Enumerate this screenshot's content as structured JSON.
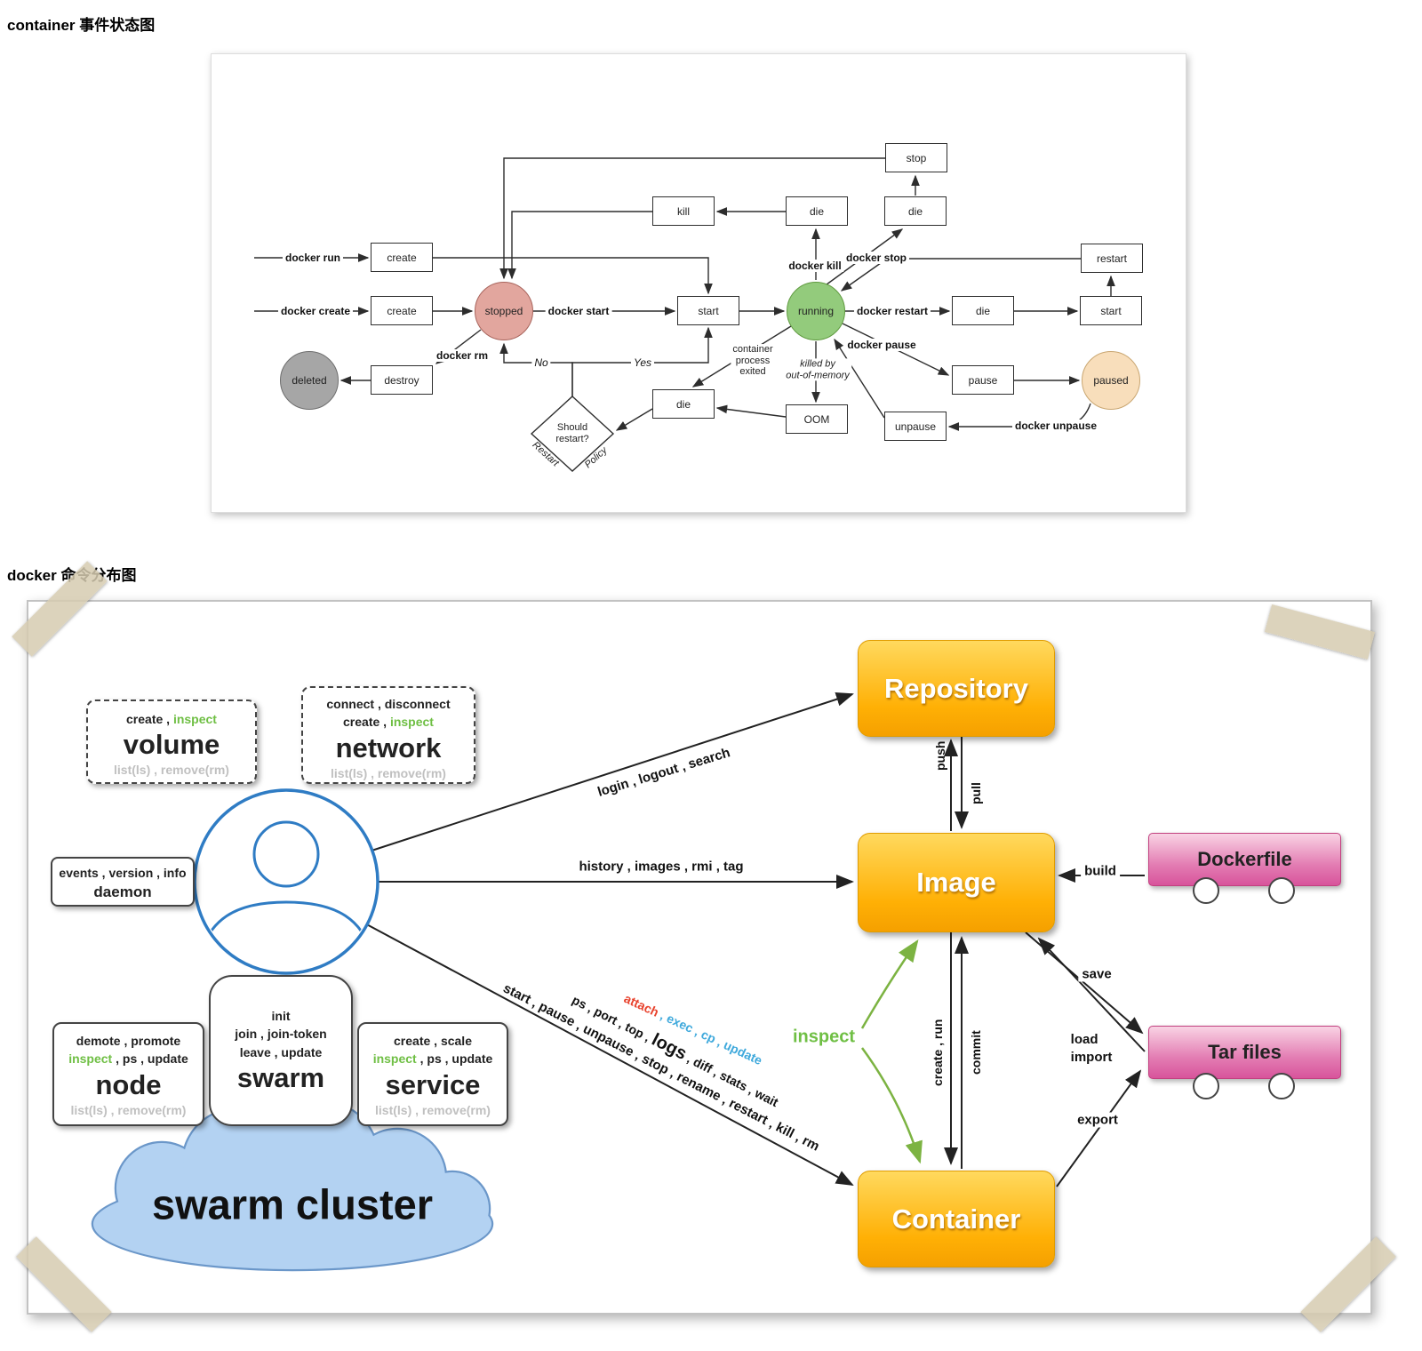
{
  "titles": {
    "state": "container 事件状态图",
    "commands": "docker 命令分布图"
  },
  "colors": {
    "accent_green": "#6fbf44",
    "accent_blue": "#3fa9dc",
    "accent_red": "#e8432e",
    "muted_gray": "#c0c0c0",
    "node_orange": "#ffb005",
    "node_pink": "#e37db3",
    "user_blue": "#2f7cc4",
    "running_green": "#93cb7c",
    "stopped_red": "#e2a69e",
    "paused_peach": "#f8debb",
    "deleted_gray": "#a6a6a6",
    "cloud_blue": "#b3d2f2"
  },
  "state": {
    "boxes": {
      "stop": "stop",
      "kill": "kill",
      "die_top": "die",
      "die_top_right": "die",
      "create_run": "create",
      "restart": "restart",
      "create_create": "create",
      "start_mid": "start",
      "die_right": "die",
      "start_right": "start",
      "destroy": "destroy",
      "pause": "pause",
      "die_bottom": "die",
      "oom": "OOM",
      "unpause": "unpause"
    },
    "circles": {
      "stopped": "stopped",
      "running": "running",
      "deleted": "deleted",
      "paused": "paused"
    },
    "diamond": {
      "l1": "Should",
      "l2": "restart?"
    },
    "labels": {
      "run": "docker run",
      "create": "docker create",
      "start": "docker start",
      "kill": "docker kill",
      "stop": "docker stop",
      "restart": "docker restart",
      "pause": "docker pause",
      "rm": "docker rm",
      "unpause": "docker unpause",
      "no": "No",
      "yes": "Yes",
      "exited1": "container",
      "exited2": "process",
      "exited3": "exited",
      "oom1": "killed by",
      "oom2": "out-of-memory",
      "restart_edge": "Restart",
      "policy_edge": "Policy"
    }
  },
  "cmd": {
    "groups": {
      "volume": {
        "l1b": "create , ",
        "l1g": "inspect",
        "name": "volume",
        "gray": "list(ls) , remove(rm)"
      },
      "network": {
        "l1": "connect , disconnect",
        "l2b": "create , ",
        "l2g": "inspect",
        "name": "network",
        "gray": "list(ls) , remove(rm)"
      },
      "daemon": {
        "l1": "events , version , info",
        "name": "daemon"
      },
      "node": {
        "l1": "demote , promote",
        "l2g": "inspect",
        "l2b": " , ps , update",
        "name": "node",
        "gray": "list(ls) , remove(rm)"
      },
      "swarm": {
        "l1": "init",
        "l2": "join , join-token",
        "l3": "leave , update",
        "name": "swarm"
      },
      "service": {
        "l1": "create , scale",
        "l2g": "inspect",
        "l2b": " , ps , update",
        "name": "service",
        "gray": "list(ls) , remove(rm)"
      },
      "cloud": "swarm cluster"
    },
    "nodes": {
      "repository": "Repository",
      "image": "Image",
      "container": "Container",
      "dockerfile": "Dockerfile",
      "tar": "Tar files"
    },
    "edges": {
      "repo_cmds": "login , logout , search",
      "image_cmds": "history , images , rmi , tag",
      "container_black": "start , pause , unpause , stop , rename , restart , kill , rm",
      "blue_pre": "ps , port , top , ",
      "blue_logs": "logs",
      "blue_post": " , diff , stats , wait",
      "attach": "attach",
      "attach_rest": " , exec , cp , update",
      "push": "push",
      "pull": "pull",
      "create_run": "create , run",
      "commit": "commit",
      "build": "build",
      "save": "save",
      "load": "load",
      "import": "import",
      "export": "export",
      "inspect": "inspect"
    }
  }
}
